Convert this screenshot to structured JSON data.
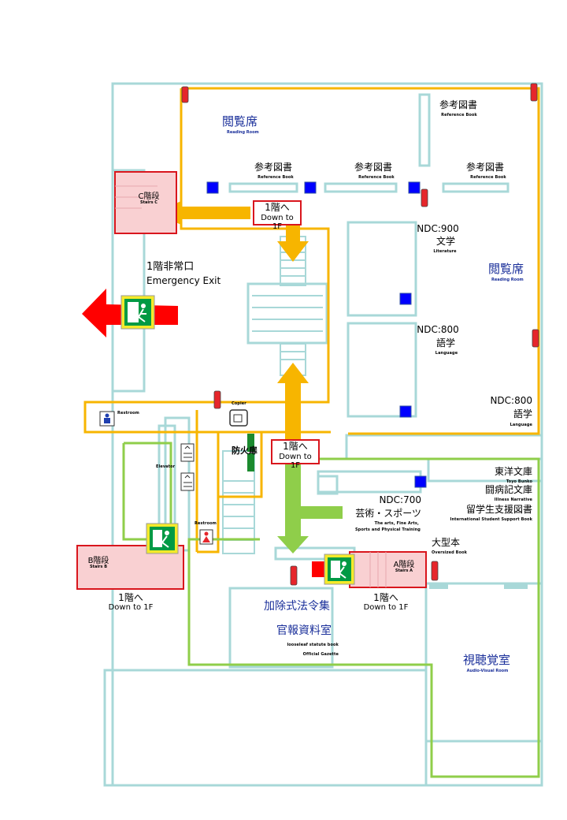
{
  "rooms": {
    "reading_room_1": {
      "ja": "閲覧席",
      "en": "Reading Room"
    },
    "reading_room_2": {
      "ja": "閲覧席",
      "en": "Reading Room"
    },
    "ref_top": {
      "ja": "参考図書",
      "en": "Reference Book"
    },
    "ref_1": {
      "ja": "参考図書",
      "en": "Reference Book"
    },
    "ref_2": {
      "ja": "参考図書",
      "en": "Reference Book"
    },
    "ref_3": {
      "ja": "参考図書",
      "en": "Reference Book"
    },
    "ndc900": {
      "code": "NDC:900",
      "ja": "文学",
      "en": "Literature"
    },
    "ndc800a": {
      "code": "NDC:800",
      "ja": "語学",
      "en": "Language"
    },
    "ndc800b": {
      "code": "NDC:800",
      "ja": "語学",
      "en": "Language"
    },
    "ndc700": {
      "code": "NDC:700",
      "ja": "芸術・スポーツ",
      "en1": "The arts, Fine Arts,",
      "en2": "Sports and Physical Training"
    },
    "toyo": {
      "ja": "東洋文庫",
      "en": "Toyo Bunko"
    },
    "illness": {
      "ja": "闘病記文庫",
      "en": "Illness Narrative"
    },
    "intl": {
      "ja": "留学生支援図書",
      "en": "International Student Support Book"
    },
    "oversize": {
      "ja": "大型本",
      "en": "Oversized Book"
    },
    "kajo": {
      "ja": "加除式法令集",
      "en": "looseleaf statute book"
    },
    "kanpo": {
      "ja": "官報資料室",
      "en": "Official Gazette"
    },
    "av": {
      "ja": "視聴覚室",
      "en": "Audio-Visual Room"
    },
    "restroom1": {
      "en": "Restroom"
    },
    "restroom2": {
      "en": "Restroom"
    },
    "copier": {
      "en": "Copier"
    },
    "elevator": {
      "en": "Elevator"
    },
    "firedoor": {
      "ja": "防火扉"
    }
  },
  "exit": {
    "ja": "1階非常口",
    "en": "Emergency Exit"
  },
  "stairs": {
    "c": {
      "ja": "C階段",
      "en": "Stairs C"
    },
    "b": {
      "ja": "B階段",
      "en": "Stairs B"
    },
    "a": {
      "ja": "A階段",
      "en": "Stairs A"
    }
  },
  "down_tags": {
    "t1": {
      "ja": "1階へ",
      "en": "Down to 1F"
    },
    "t2": {
      "ja": "1階へ",
      "en": "Down to 1F"
    },
    "t3": {
      "ja": "1階へ",
      "en": "Down to 1F"
    },
    "t4": {
      "ja": "1階へ",
      "en": "Down to 1F"
    }
  },
  "colors": {
    "wall": "#a8d8d8",
    "route_orange": "#f7b500",
    "route_green": "#8fce4a",
    "exit_red": "#ff0000",
    "stair_fill": "#f9d0d2",
    "stair_border": "#d9161d",
    "blue_box": "#0000ff",
    "label_blue": "#1a2f9a",
    "exit_sign_green": "#009a44",
    "firedoor_green": "#1b8a2e"
  },
  "icons": [
    "fire-extinguisher-icon",
    "emergency-exit-sign-icon",
    "restroom-icon",
    "elevator-icon",
    "copier-icon"
  ]
}
